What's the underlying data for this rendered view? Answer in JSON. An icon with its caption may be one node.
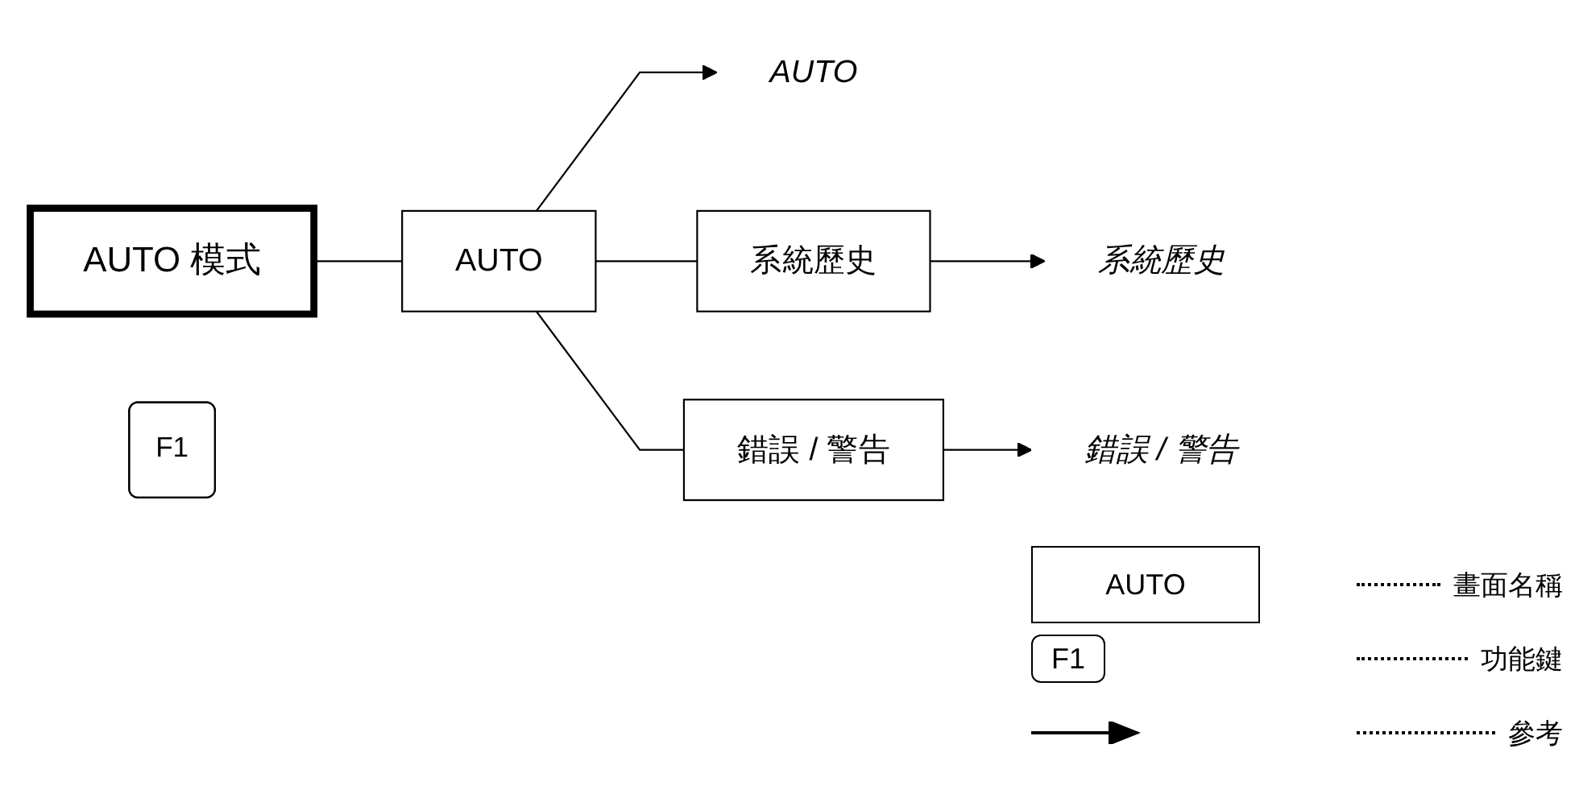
{
  "diagram": {
    "nodes": [
      {
        "text": [
          "AUTO 模式"
        ]
      },
      {
        "text": [
          "AUTO"
        ]
      },
      {
        "text": [
          "AUTO"
        ]
      },
      {
        "text": [
          "F1"
        ]
      },
      {
        "text": [
          "系統歷史"
        ]
      },
      {
        "text": [
          "系統歷史"
        ]
      },
      {
        "text": [
          "錯誤 / 警告"
        ]
      },
      {
        "text": [
          "錯誤 / 警告"
        ]
      }
    ],
    "edges": [
      {
        "from": 0,
        "to": 1,
        "arrow": "none"
      },
      {
        "from": 1,
        "to": 2,
        "arrow": "to"
      },
      {
        "from": 1,
        "to": 4,
        "arrow": "none"
      },
      {
        "from": 1,
        "to": 6,
        "arrow": "none"
      },
      {
        "from": 4,
        "to": 5,
        "arrow": "to"
      },
      {
        "from": 6,
        "to": 7,
        "arrow": "to"
      }
    ],
    "labels": [
      "AUTO",
      "F1"
    ],
    "legend": [
      {
        "text": "畫面名稱"
      },
      {
        "text": "功能鍵"
      },
      {
        "text": "參考"
      }
    ]
  }
}
